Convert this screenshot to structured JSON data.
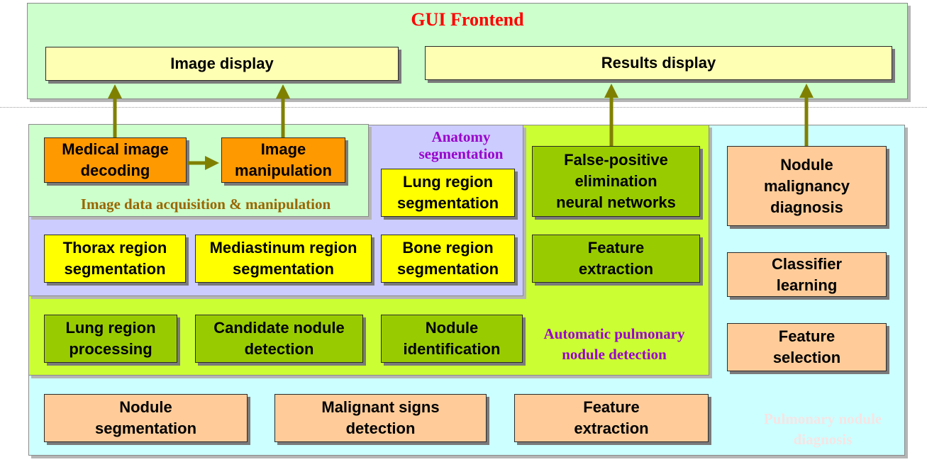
{
  "colors": {
    "gui_bg": "#ccffcc",
    "diagnosis_bg": "#ccffff",
    "detection_bg": "#ccff33",
    "anatomy_bg": "#ccccff",
    "acquisition_bg": "#ccffcc",
    "arrow": "#808000",
    "title_red": "#ff0000",
    "purple_text": "#9900cc",
    "acquisition_text": "#996600"
  },
  "gui": {
    "title": "GUI Frontend",
    "image_display": "Image display",
    "results_display": "Results display"
  },
  "acquisition": {
    "label": "Image data acquisition & manipulation",
    "decoding": "Medical image\ndecoding",
    "manipulation": "Image\nmanipulation"
  },
  "anatomy": {
    "label": "Anatomy\nsegmentation",
    "lung": "Lung region\nsegmentation",
    "thorax": "Thorax region\nsegmentation",
    "mediastinum": "Mediastinum region\nsegmentation",
    "bone": "Bone region\nsegmentation"
  },
  "detection": {
    "label": "Automatic pulmonary\nnodule detection",
    "false_positive": "False-positive\nelimination\nneural networks",
    "feature_extraction": "Feature\nextraction",
    "lung_processing": "Lung region\nprocessing",
    "candidate": "Candidate nodule\ndetection",
    "identification": "Nodule\nidentification"
  },
  "diagnosis": {
    "label": "Pulmonary nodule\ndiagnosis",
    "malignancy": "Nodule\nmalignancy\ndiagnosis",
    "classifier": "Classifier\nlearning",
    "feature_selection": "Feature\nselection",
    "segmentation": "Nodule\nsegmentation",
    "malignant_signs": "Malignant signs\ndetection",
    "feature_extraction": "Feature\nextraction"
  }
}
